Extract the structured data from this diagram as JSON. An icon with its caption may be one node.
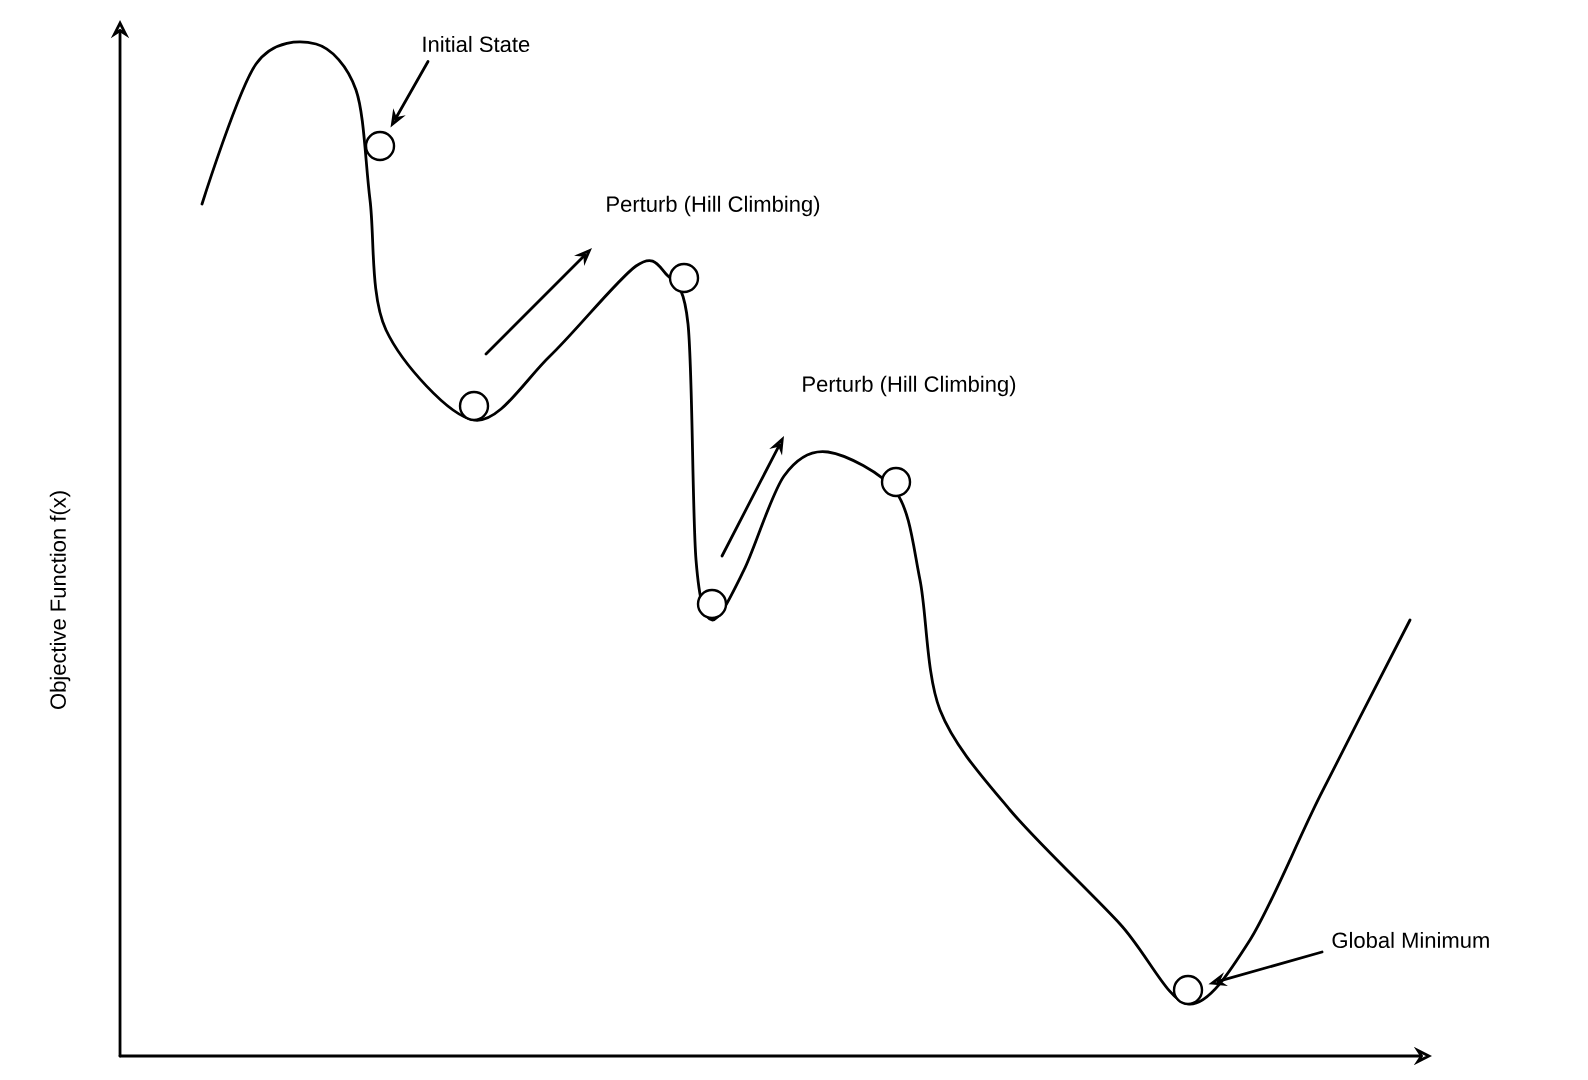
{
  "diagram": {
    "nodes": [
      {
        "text": [
          "Initial State"
        ]
      },
      {
        "text": [],
        "shape": "circle"
      },
      {
        "text": [],
        "shape": "circle"
      },
      {
        "text": [],
        "shape": "circle"
      },
      {
        "text": [],
        "shape": "circle"
      },
      {
        "text": [],
        "shape": "circle"
      },
      {
        "text": [
          "Global Minimum"
        ]
      },
      {
        "text": [],
        "shape": "circle"
      }
    ],
    "edges": [
      {
        "from": 0,
        "to": 1,
        "arrow": "to"
      },
      {
        "from": 6,
        "to": 7,
        "arrow": "to"
      }
    ],
    "labels": [
      "Perturb (Hill Climbing)",
      "Perturb (Hill Climbing)",
      "Objective Function f(x)"
    ]
  }
}
